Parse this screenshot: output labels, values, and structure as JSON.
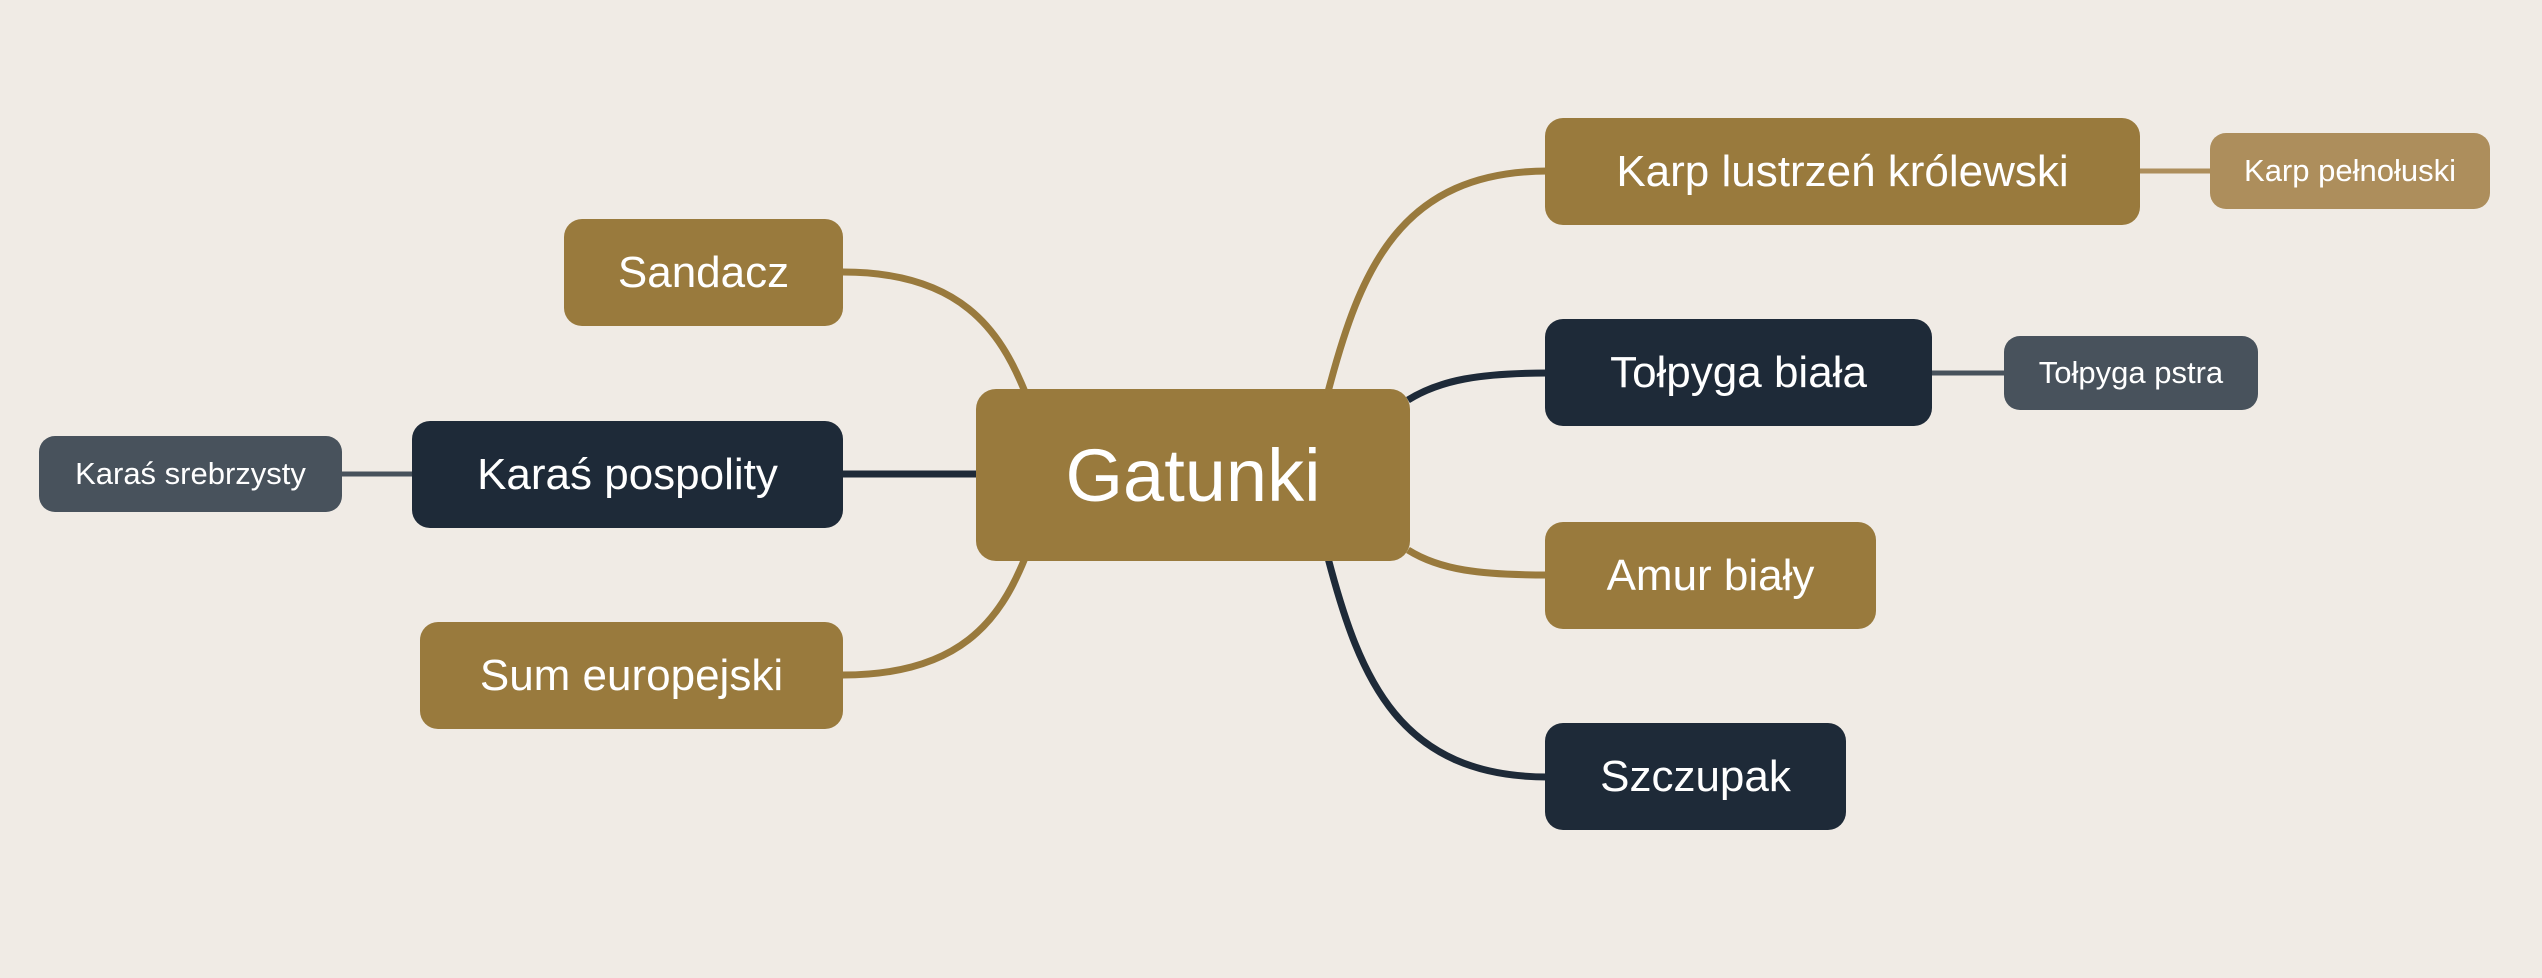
{
  "colors": {
    "background": "#f0ebe5",
    "gold": "#997a3d",
    "dark": "#1e2a38",
    "gray": "#48525c",
    "light_gold": "#ad8e5c"
  },
  "root": {
    "label": "Gatunki"
  },
  "left": {
    "sandacz": {
      "label": "Sandacz"
    },
    "karas_pospolity": {
      "label": "Karaś pospolity",
      "child": {
        "label": "Karaś srebrzysty"
      }
    },
    "sum": {
      "label": "Sum europejski"
    }
  },
  "right": {
    "karp": {
      "label": "Karp lustrzeń królewski",
      "child": {
        "label": "Karp pełnołuski"
      }
    },
    "tolpyga": {
      "label": "Tołpyga biała",
      "child": {
        "label": "Tołpyga pstra"
      }
    },
    "amur": {
      "label": "Amur biały"
    },
    "szczupak": {
      "label": "Szczupak"
    }
  }
}
